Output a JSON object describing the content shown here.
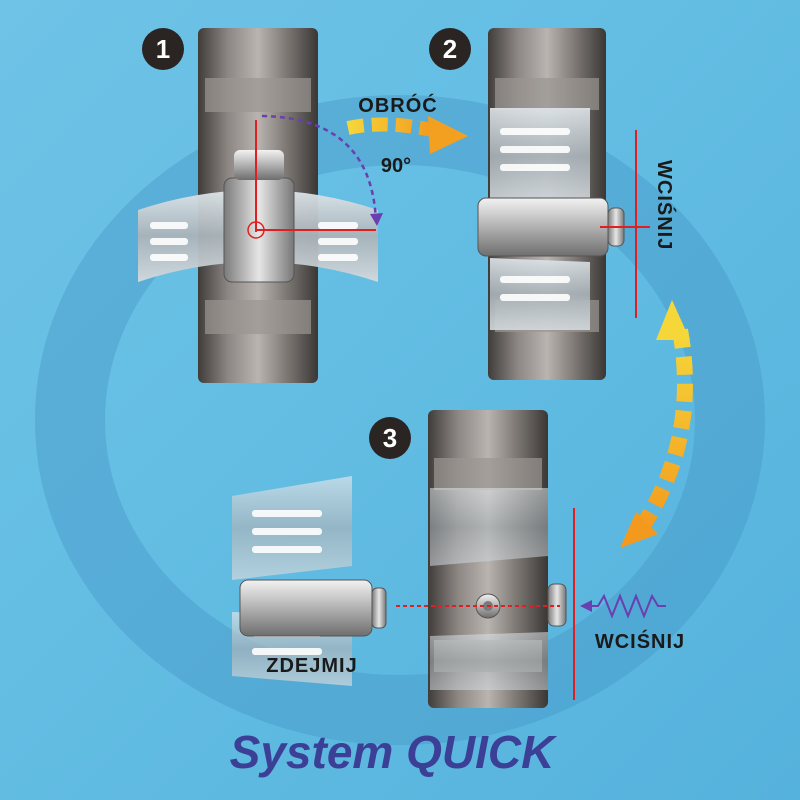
{
  "steps": [
    {
      "number": "1"
    },
    {
      "number": "2"
    },
    {
      "number": "3"
    }
  ],
  "labels": {
    "rotate": "OBRÓĆ",
    "angle": "90°",
    "press_top": "WCIŚNIJ",
    "press_bottom": "WCIŚNIJ",
    "remove": "ZDEJMIJ"
  },
  "footer": {
    "title": "System QUICK"
  },
  "colors": {
    "background": "#63bde3",
    "title": "#3c3f96",
    "arrow_orange": "#f3a020",
    "arrow_yellow": "#f5d73a",
    "marker_red": "#e02020",
    "rotation_arc": "#6a3fb0"
  }
}
